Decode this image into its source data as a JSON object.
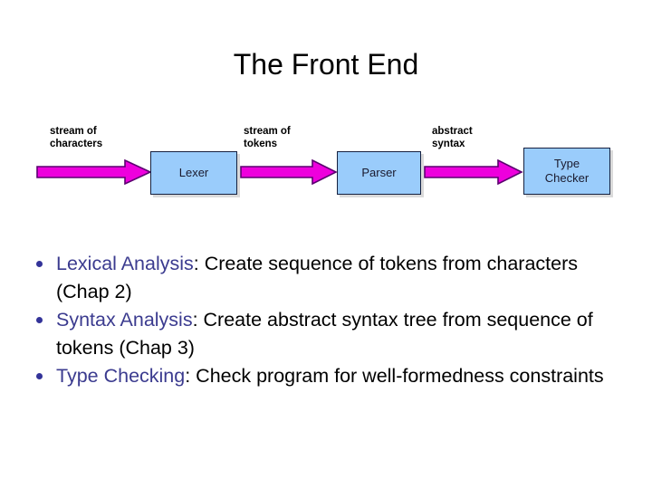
{
  "slide": {
    "title": "The Front End",
    "background_color": "#ffffff"
  },
  "diagram": {
    "type": "pipeline-flow",
    "box_fill_color": "#9ACCFB",
    "box_border_color": "#16213f",
    "arrow_color": "#EE00DD",
    "arrow_outline_color": "#5B0070",
    "stages": [
      {
        "id": "lexer",
        "label": "Lexer"
      },
      {
        "id": "parser",
        "label": "Parser"
      },
      {
        "id": "type-checker",
        "label_line1": "Type",
        "label_line2": "Checker"
      }
    ],
    "edges": [
      {
        "id": "input-to-lexer",
        "label": "stream of\ncharacters"
      },
      {
        "id": "lexer-to-parser",
        "label": "stream of\ntokens"
      },
      {
        "id": "parser-to-typechecker",
        "label": "abstract\nsyntax"
      }
    ]
  },
  "bullets": {
    "term_color": "#3b3b8f",
    "items": [
      {
        "term": "Lexical Analysis",
        "rest": ": Create sequence of tokens from characters (Chap 2)"
      },
      {
        "term": "Syntax Analysis",
        "rest": ": Create abstract syntax tree from sequence of tokens (Chap 3)"
      },
      {
        "term": "Type Checking",
        "rest": ": Check program for well-formedness constraints"
      }
    ]
  }
}
